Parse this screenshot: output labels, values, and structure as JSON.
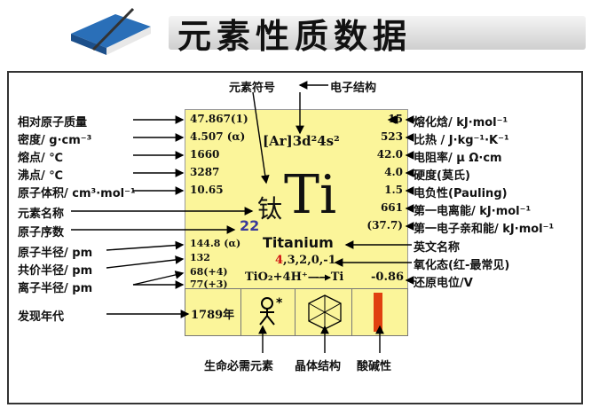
{
  "title": "元素性质数据",
  "top_labels": {
    "symbol": "元素符号",
    "structure": "电子结构"
  },
  "left_labels": [
    "相对原子质量",
    "密度/ g·cm⁻³",
    "熔点/ ℃",
    "沸点/ ℃",
    "原子体积/ cm³·mol⁻¹",
    "元素名称",
    "原子序数",
    "原子半径/ pm",
    "共价半径/ pm",
    "离子半径/ pm",
    "发现年代"
  ],
  "left_values": [
    "47.867(1)",
    "4.507 (α)",
    "1660",
    "3287",
    "10.65"
  ],
  "right_values": [
    "15",
    "523",
    "42.0",
    "4.0",
    "1.5",
    "661",
    "(37.7)"
  ],
  "right_labels": [
    "熔化焓/ kJ·mol⁻¹",
    "比热 / J·kg⁻¹·K⁻¹",
    "电阻率/ μ Ω·cm",
    "硬度(莫氏)",
    "电负性(Pauling)",
    "第一电离能/ kJ·mol⁻¹",
    "第一电子亲和能/ kJ·mol⁻¹",
    "英文名称",
    "氧化态(红-最常见)",
    "还原电位/V"
  ],
  "element": {
    "configuration": "[Ar]3d²4s²",
    "symbol": "Ti",
    "chinese_name": "钛",
    "atomic_number": "22",
    "english_name": "Titanium",
    "oxidation_red": "4",
    "oxidation_rest": ",3,2,0,-1",
    "reaction": "TiO₂+4H⁺——Ti",
    "potential": "-0.86",
    "atomic_radius": "144.8 (α)",
    "covalent_radius": "132",
    "ionic_radius_1": "68(+4)",
    "ionic_radius_2": "77(+3)",
    "discovery_year": "1789年"
  },
  "bottom_labels": [
    "生命必需元素",
    "晶体结构",
    "酸碱性"
  ],
  "colors": {
    "card": "#fbf59a",
    "oxidation_highlight": "#d01010",
    "acid_bar": "#e04010",
    "book": "#2a6fb8"
  }
}
